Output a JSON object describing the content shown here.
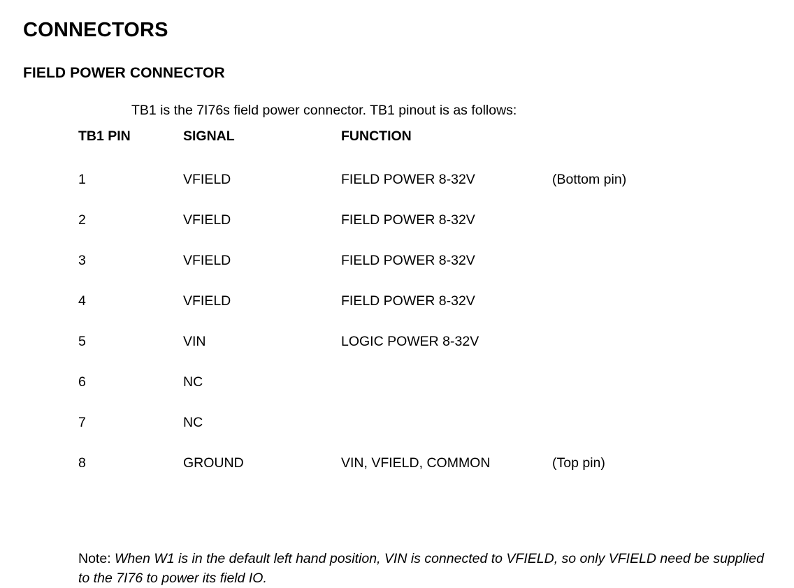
{
  "document": {
    "title": "CONNECTORS",
    "subtitle": "FIELD POWER CONNECTOR",
    "intro": "TB1 is the 7I76s field power connector. TB1 pinout is as follows:"
  },
  "pinout_table": {
    "headers": {
      "pin": "TB1 PIN",
      "signal": "SIGNAL",
      "function": "FUNCTION",
      "note": ""
    },
    "rows": [
      {
        "pin": "1",
        "signal": "VFIELD",
        "function": "FIELD POWER 8-32V",
        "note": "(Bottom pin)"
      },
      {
        "pin": "2",
        "signal": "VFIELD",
        "function": "FIELD POWER 8-32V",
        "note": ""
      },
      {
        "pin": "3",
        "signal": "VFIELD",
        "function": "FIELD POWER 8-32V",
        "note": ""
      },
      {
        "pin": "4",
        "signal": "VFIELD",
        "function": "FIELD POWER 8-32V",
        "note": ""
      },
      {
        "pin": "5",
        "signal": "VIN",
        "function": "LOGIC POWER 8-32V",
        "note": ""
      },
      {
        "pin": "6",
        "signal": "NC",
        "function": "",
        "note": ""
      },
      {
        "pin": "7",
        "signal": "NC",
        "function": "",
        "note": ""
      },
      {
        "pin": "8",
        "signal": "GROUND",
        "function": "VIN, VFIELD, COMMON",
        "note": "(Top pin)"
      }
    ]
  },
  "footnote": {
    "label": "Note: ",
    "body": "When W1 is in the default left hand position, VIN is connected to VFIELD, so only VFIELD need be supplied to the 7I76 to power its field IO."
  },
  "colors": {
    "text": "#000000",
    "background": "#ffffff"
  }
}
